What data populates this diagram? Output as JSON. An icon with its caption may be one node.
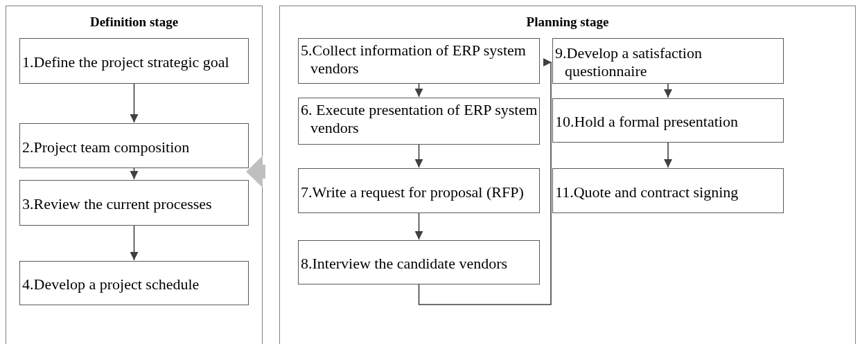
{
  "diagram": {
    "nodes": [
      {
        "text": [
          "Definition stage"
        ]
      },
      {
        "text": [
          "1.Define the project strategic goal"
        ],
        "in": 0
      },
      {
        "text": [
          "2.Project team composition"
        ],
        "in": 0
      },
      {
        "text": [
          "3.Review the current processes"
        ],
        "in": 0
      },
      {
        "text": [
          "4.Develop a project schedule"
        ],
        "in": 0
      },
      {
        "text": [
          "Planning stage"
        ]
      },
      {
        "text": [
          "5.Collect information of ERP system vendors"
        ],
        "in": 5
      },
      {
        "text": [
          "6. Execute presentation  of ERP system vendors"
        ],
        "in": 5
      },
      {
        "text": [
          "7.Write a request for proposal (RFP)"
        ],
        "in": 5
      },
      {
        "text": [
          "8.Interview the candidate vendors"
        ],
        "in": 5
      },
      {
        "text": [
          "9.Develop a satisfaction questionnaire"
        ],
        "in": 5
      },
      {
        "text": [
          "10.Hold a formal presentation"
        ],
        "in": 5
      },
      {
        "text": [
          "11.Quote and contract signing"
        ],
        "in": 5
      }
    ],
    "edges": [
      {
        "from": 0,
        "to": 5,
        "arrow": "to",
        "style": "thick",
        "color": "#bfbfbf"
      },
      {
        "from": 1,
        "to": 2,
        "arrow": "to"
      },
      {
        "from": 2,
        "to": 3,
        "arrow": "to"
      },
      {
        "from": 3,
        "to": 4,
        "arrow": "to"
      },
      {
        "from": 6,
        "to": 7,
        "arrow": "to"
      },
      {
        "from": 7,
        "to": 8,
        "arrow": "to"
      },
      {
        "from": 8,
        "to": 9,
        "arrow": "to"
      },
      {
        "from": 9,
        "to": 10,
        "arrow": "to"
      },
      {
        "from": 10,
        "to": 11,
        "arrow": "to"
      },
      {
        "from": 11,
        "to": 12,
        "arrow": "to"
      }
    ]
  }
}
